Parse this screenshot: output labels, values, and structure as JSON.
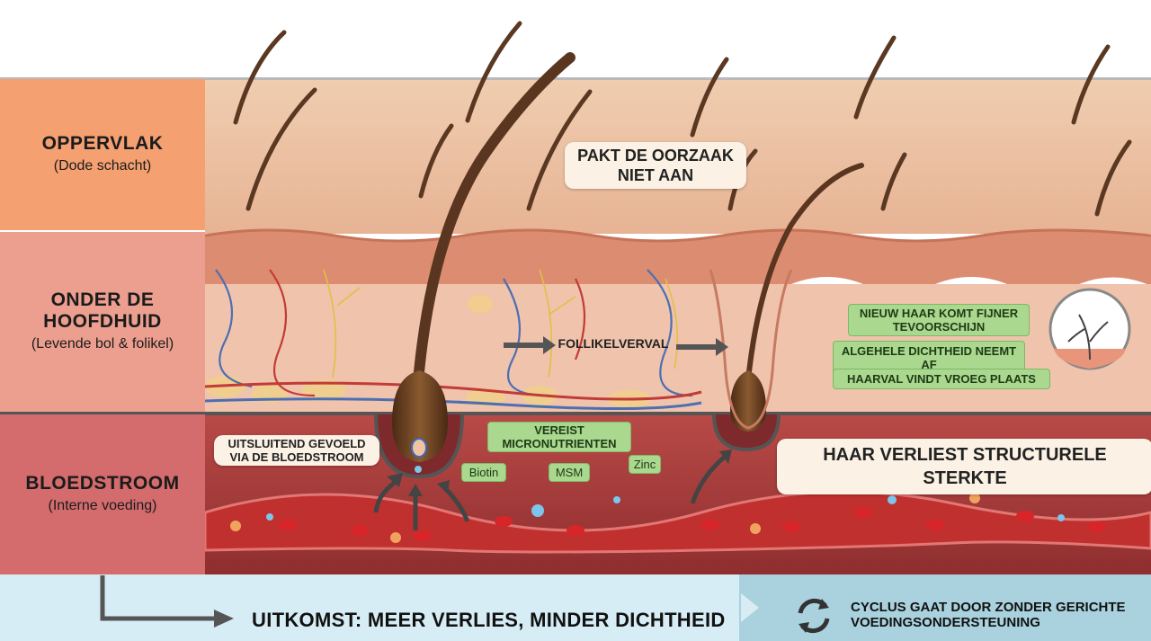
{
  "layers": [
    {
      "title": "OPPERVLAK",
      "subtitle": "(Dode schacht)"
    },
    {
      "title": "ONDER DE HOOFDHUID",
      "subtitle": "(Levende bol & folikel)"
    },
    {
      "title": "BLOEDSTROOM",
      "subtitle": "(Interne voeding)"
    }
  ],
  "labels": {
    "surface_note": "PAKT DE OORZAAK NIET AAN",
    "follicle_decline": "FOLLIKELVERVAL",
    "blood_only": "UITSLUITEND GEVOELD VIA DE BLOEDSTROOM",
    "micronutrients": "VEREIST MICRONUTRIENTEN",
    "structural": "HAAR VERLIEST STRUCTURELE STERKTE"
  },
  "nutrients": [
    "Biotin",
    "MSM",
    "Zinc"
  ],
  "effects": [
    "NIEUW HAAR KOMT FIJNER TEVOORSCHIJN",
    "ALGEHELE DICHTHEID NEEMT AF",
    "HAARVAL VINDT VROEG PLAATS"
  ],
  "outcome": "UITKOMST: MEER VERLIES, MINDER DICHTHEID",
  "cycle": "CYCLUS GAAT DOOR ZONDER GERICHTE VOEDINGSONDERSTEUNING",
  "colors": {
    "surface": "#f4a071",
    "subscalp": "#ec9f8f",
    "blood": "#d46b6d",
    "callout_green": "#a9d88e",
    "bottom_bar": "#d7edf5"
  }
}
